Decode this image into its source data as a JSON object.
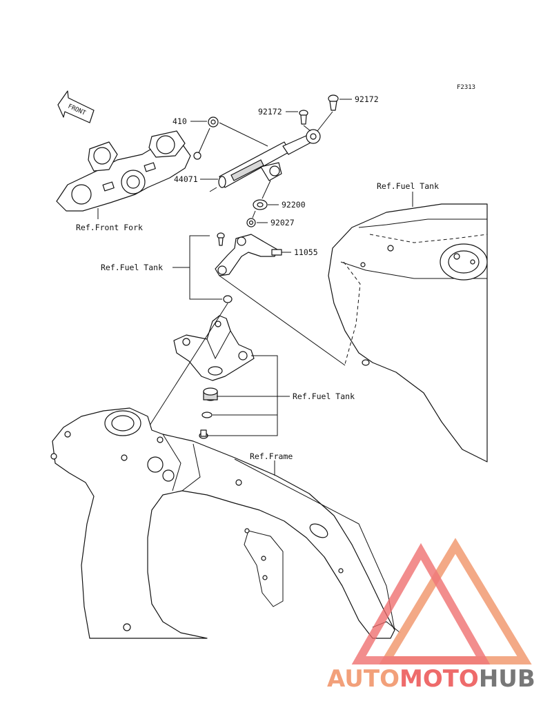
{
  "figure_code": "F2313",
  "front_arrow_text": "FRONT",
  "callouts": {
    "p92172_a": "92172",
    "p92172_b": "92172",
    "p410": "410",
    "p44071": "44071",
    "p92200": "92200",
    "p92027": "92027",
    "p11055": "11055",
    "ref_front_fork": "Ref.Front Fork",
    "ref_fuel_tank_left": "Ref.Fuel Tank",
    "ref_fuel_tank_right": "Ref.Fuel Tank",
    "ref_fuel_tank_mid": "Ref.Fuel Tank",
    "ref_frame": "Ref.Frame"
  },
  "watermark": {
    "part1": "AUTO",
    "part2": "MOTO",
    "part3": "HUB",
    "color_light": "#f2a07a",
    "color_red": "#ee6b6b",
    "color_gray": "#777777"
  }
}
